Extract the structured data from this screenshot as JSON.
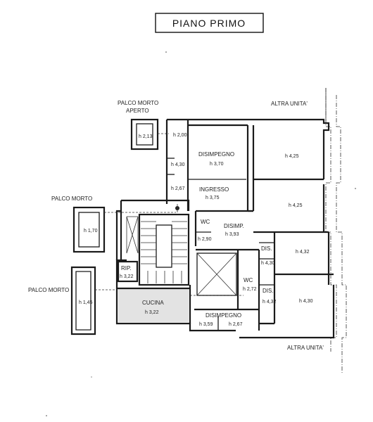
{
  "title": "PIANO PRIMO",
  "neighbors": {
    "top": "ALTRA UNITA'",
    "bottom": "ALTRA UNITA'"
  },
  "palchi": {
    "top_line1": "PALCO MORTO",
    "top_line2": "APERTO",
    "top_height": "h 2,13",
    "mid_label": "PALCO MORTO",
    "mid_height": "h 1,70",
    "low_label": "PALCO MORTO",
    "low_height": "h 1,45"
  },
  "rooms": {
    "disimpegno_top": "DISIMPEGNO",
    "disimpegno_top_h": "h 3,70",
    "ingresso": "INGRESSO",
    "ingresso_h": "h 3,75",
    "room1_h": "h 4,25",
    "room2_h": "h 4,25",
    "disimp_mid": "DISIMP.",
    "disimp_mid_h": "h 3,93",
    "wc_upper": "WC",
    "wc_upper_h": "h 2,90",
    "dis1": "DIS.",
    "dis1_h": "h 4,30",
    "room3_h": "h 4,32",
    "dis2": "DIS.",
    "dis2_h": "h 4,32",
    "room4_h": "h 4,30",
    "wc_lower": "WC",
    "wc_lower_h": "h 2,72",
    "rip": "RIP.",
    "rip_h": "h 3,22",
    "cucina": "CUCINA",
    "cucina_h": "h 3,22",
    "disimpegno_bottom": "DISIMPEGNO",
    "disimpegno_bottom_h1": "h 3,59",
    "disimpegno_bottom_h2": "h 2,67",
    "corr_h1": "h 2,00",
    "corr_h2": "h 4,30",
    "corr_h3": "h 2,67"
  }
}
